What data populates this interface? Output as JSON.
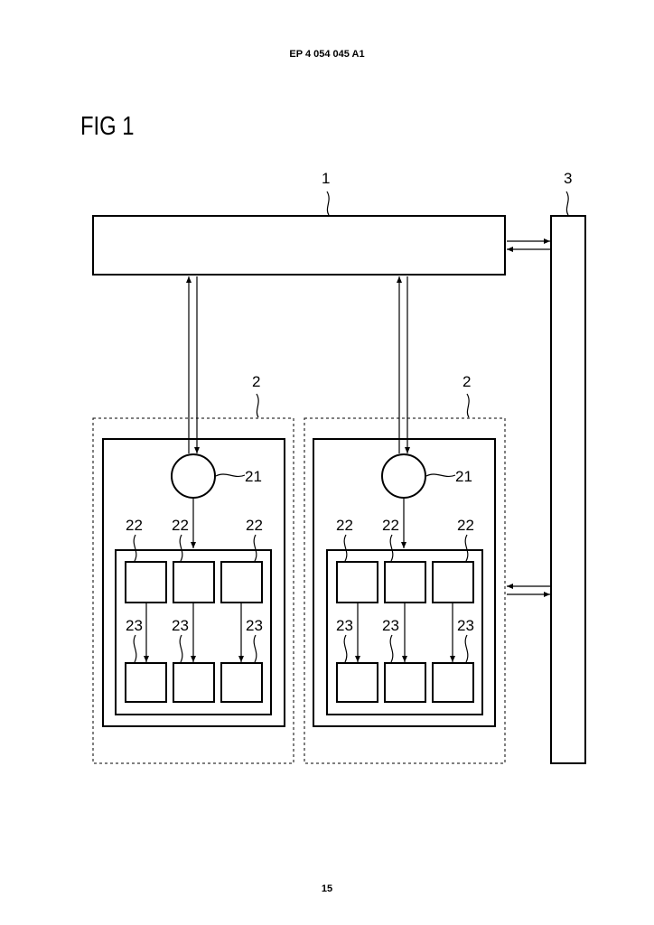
{
  "header": {
    "document_number": "EP 4 054 045 A1"
  },
  "figure": {
    "title": "FIG 1",
    "labels": {
      "top_block": "1",
      "side_bus": "3",
      "module_left": "2",
      "module_right": "2",
      "circle_left": "21",
      "circle_right": "21",
      "sub_22": "22",
      "sub_23": "23"
    }
  },
  "footer": {
    "page_number": "15"
  }
}
